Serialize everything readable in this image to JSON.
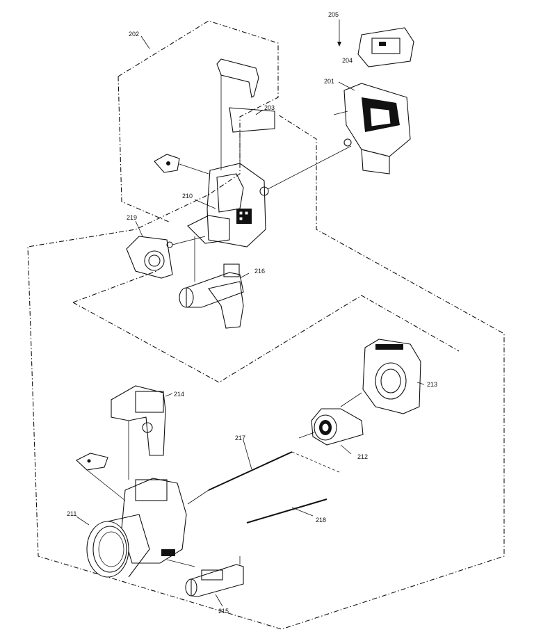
{
  "diagram": {
    "labels": {
      "l201": "201",
      "l202": "202",
      "l203": "203",
      "l204": "204",
      "l205": "205",
      "l210": "210",
      "l211": "211",
      "l212": "212",
      "l213": "213",
      "l214": "214",
      "l215": "215",
      "l216": "216",
      "l217": "217",
      "l218": "218",
      "l219": "219"
    }
  }
}
